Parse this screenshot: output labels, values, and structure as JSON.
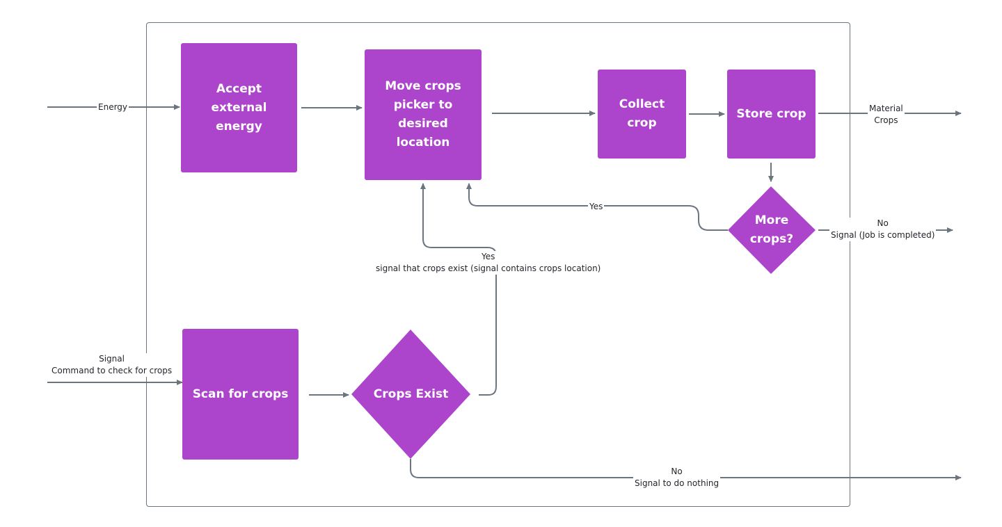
{
  "nodes": {
    "accept_energy": "Accept\nexternal\nenergy",
    "move_picker": "Move crops\npicker to\ndesired\nlocation",
    "collect_crop": "Collect\ncrop",
    "store_crop": "Store crop",
    "more_crops": "More\ncrops?",
    "scan_crops": "Scan for crops",
    "crops_exist": "Crops Exist"
  },
  "edges": {
    "energy_in": "Energy",
    "material_out": "Material\nCrops",
    "more_yes": "Yes",
    "more_no": "No\nSignal (Job is completed)",
    "exist_yes": "Yes\nsignal that crops exist (signal contains crops location)",
    "signal_in": "Signal\nCommand to check for crops",
    "exist_no": "No\nSignal to do nothing"
  },
  "colors": {
    "node_fill": "#ad44cc",
    "connector": "#6b7580",
    "frame": "#6b7580"
  }
}
